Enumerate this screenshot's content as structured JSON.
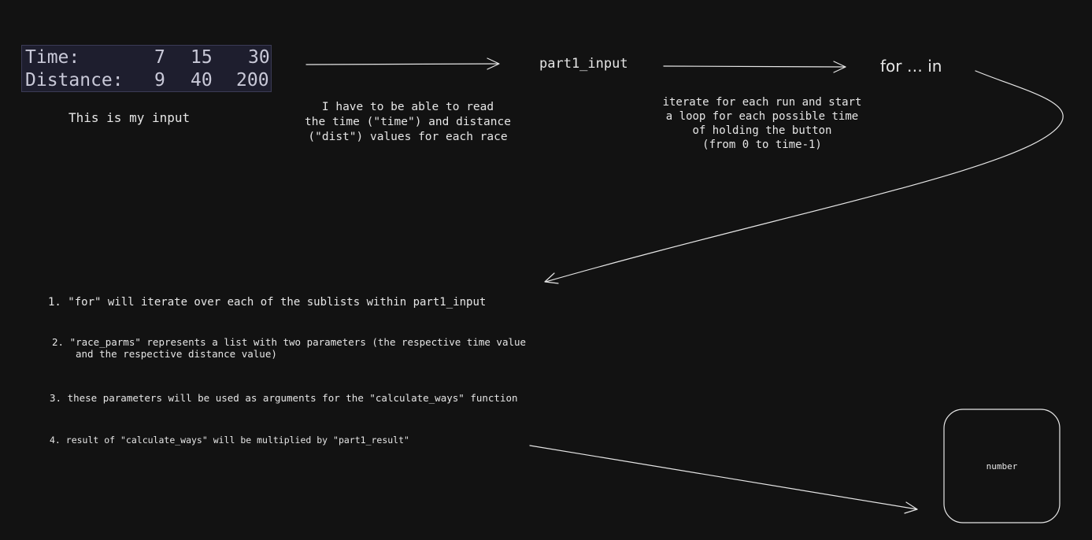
{
  "input_box": {
    "rows": [
      {
        "label": "Time:",
        "values": [
          "7",
          "15",
          "30"
        ]
      },
      {
        "label": "Distance:",
        "values": [
          "9",
          "40",
          "200"
        ]
      }
    ],
    "caption": "This is my input"
  },
  "step_read": {
    "lines": [
      "I have to be able to read",
      "the time (\"time\") and distance",
      "(\"dist\") values for each race"
    ]
  },
  "node_part1_input": "part1_input",
  "node_for_in": "for … in",
  "step_iterate": {
    "lines": [
      "iterate for each run and start",
      "a loop for each possible time",
      "of holding the button",
      "(from 0 to time-1)"
    ]
  },
  "list": {
    "item1": "1. \"for\" will iterate over each of the sublists within part1_input",
    "item2_line1": "2. \"race_parms\" represents a list with two parameters (the respective time value",
    "item2_line2": "and the respective distance value)",
    "item3": "3. these parameters will be used as arguments for the \"calculate_ways\" function",
    "item4": "4. result of \"calculate_ways\" will be multiplied by \"part1_result\""
  },
  "result_box": {
    "label": "number"
  }
}
